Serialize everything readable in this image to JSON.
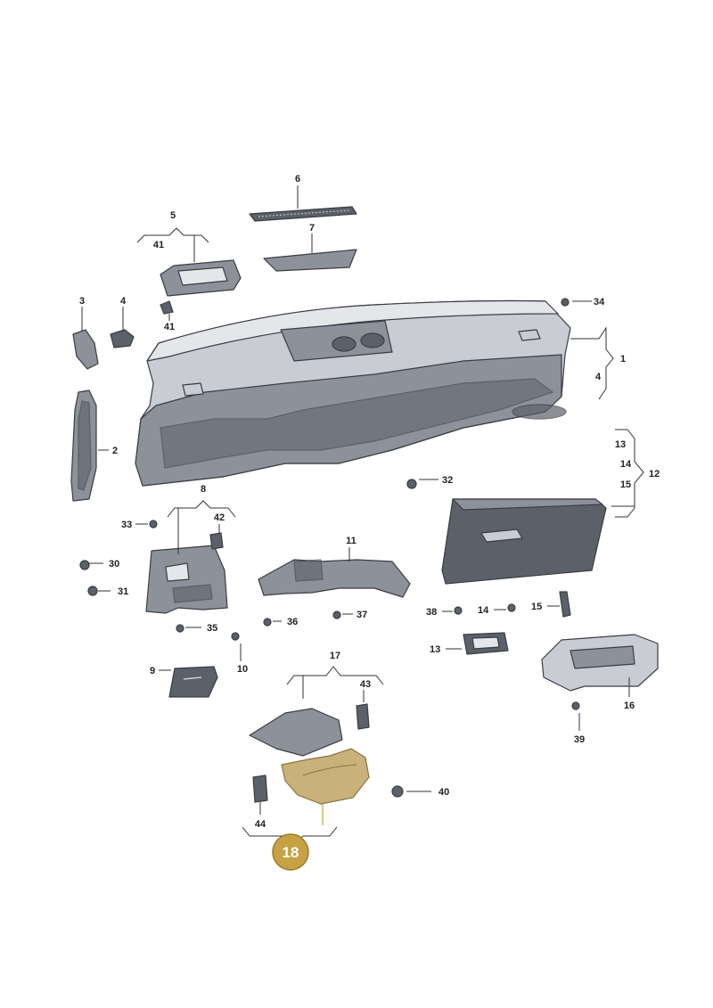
{
  "labels": {
    "l1": "1",
    "l2": "2",
    "l3": "3",
    "l4a": "4",
    "l4b": "4",
    "l5": "5",
    "l6": "6",
    "l7": "7",
    "l8": "8",
    "l9": "9",
    "l10": "10",
    "l11": "11",
    "l12": "12",
    "l13a": "13",
    "l13b": "13",
    "l14a": "14",
    "l14b": "14",
    "l15a": "15",
    "l15b": "15",
    "l16": "16",
    "l17": "17",
    "l30": "30",
    "l31": "31",
    "l32": "32",
    "l33": "33",
    "l34": "34",
    "l35": "35",
    "l36": "36",
    "l37": "37",
    "l38": "38",
    "l39": "39",
    "l40": "40",
    "l41a": "41",
    "l41b": "41",
    "l42": "42",
    "l43": "43",
    "l44": "44"
  },
  "highlight": {
    "label": "18",
    "color": "#c6a244"
  }
}
